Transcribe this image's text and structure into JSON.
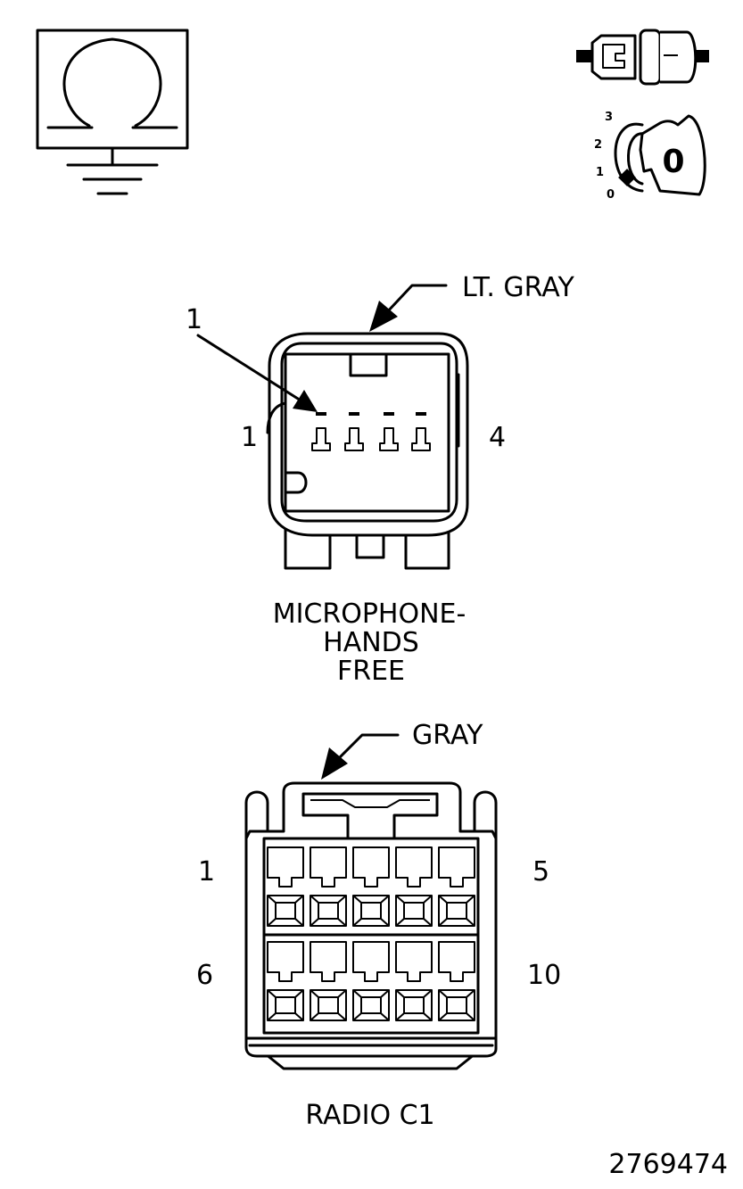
{
  "icons": {
    "ohmmeter": "ohmmeter-ground-icon",
    "connector": "disconnected-connector-icon",
    "ignition": "ignition-key-off-icon"
  },
  "ignition": {
    "positions": [
      "3",
      "2",
      "1",
      "0"
    ],
    "key_label": "0"
  },
  "microphone_connector": {
    "color_label": "LT. GRAY",
    "callout": "1",
    "pin_left": "1",
    "pin_right": "4",
    "name_lines": [
      "MICROPHONE-",
      "HANDS",
      "FREE"
    ]
  },
  "radio_connector": {
    "color_label": "GRAY",
    "pin_top_left": "1",
    "pin_top_right": "5",
    "pin_bottom_left": "6",
    "pin_bottom_right": "10",
    "name": "RADIO C1"
  },
  "figure_number": "2769474"
}
